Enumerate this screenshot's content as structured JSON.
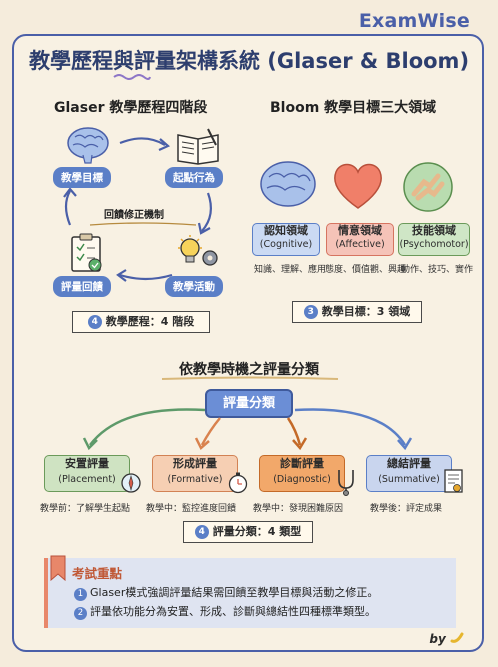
{
  "brand": "ExamWise",
  "title": "教學歷程與評量架構系統 (Glaser & Bloom)",
  "glaser": {
    "heading": "Glaser 教學歷程四階段",
    "steps": [
      "教學目標",
      "起點行為",
      "教學活動",
      "評量回饋"
    ],
    "center_label": "回饋修正機制",
    "summary_num": "4",
    "summary": "教學歷程：4 階段"
  },
  "bloom": {
    "heading": "Bloom 教學目標三大領域",
    "domains": [
      {
        "name": "認知領域",
        "en": "(Cognitive)",
        "desc": "知識、理解、應用",
        "color": "#a9c1ea"
      },
      {
        "name": "情意領域",
        "en": "(Affective)",
        "desc": "態度、價值觀、興趣",
        "color": "#f3a99a"
      },
      {
        "name": "技能領域",
        "en": "(Psychomotor)",
        "desc": "動作、技巧、實作",
        "color": "#b9dcb0"
      }
    ],
    "summary_num": "3",
    "summary": "教學目標：3 領域"
  },
  "assessment": {
    "heading": "依教學時機之評量分類",
    "center": "評量分類",
    "types": [
      {
        "name": "安置評量",
        "en": "(Placement)",
        "desc": "教學前：了解學生起點",
        "bg": "#cfe3c2",
        "border": "#6b9a5a"
      },
      {
        "name": "形成評量",
        "en": "(Formative)",
        "desc": "教學中：監控進度回饋",
        "bg": "#f6cfb3",
        "border": "#d28254"
      },
      {
        "name": "診斷評量",
        "en": "(Diagnostic)",
        "desc": "教學中：發現困難原因",
        "bg": "#f2a86a",
        "border": "#c46a28"
      },
      {
        "name": "總結評量",
        "en": "(Summative)",
        "desc": "教學後：評定成果",
        "bg": "#c9d5ee",
        "border": "#5b7fc7"
      }
    ],
    "summary_num": "4",
    "summary": "評量分類：4 類型"
  },
  "exam_focus": {
    "title": "考試重點",
    "items": [
      {
        "num": "1",
        "text": "Glaser模式強調評量結果需回饋至教學目標與活動之修正。"
      },
      {
        "num": "2",
        "text": "評量依功能分為安置、形成、診斷與總結性四種標準類型。"
      }
    ]
  },
  "signature": "by"
}
